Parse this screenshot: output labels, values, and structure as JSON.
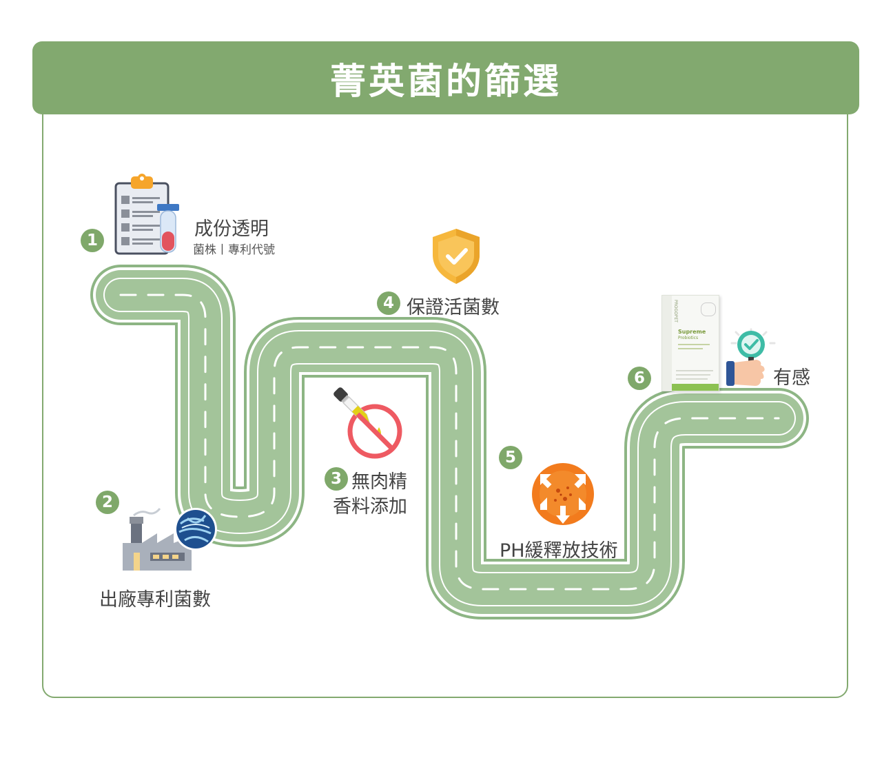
{
  "title": "菁英菌的篩選",
  "steps": [
    {
      "num": "1",
      "label": "成份透明",
      "sub": "菌株丨專利代號"
    },
    {
      "num": "2",
      "label": "出廠專利菌數"
    },
    {
      "num": "3",
      "label_line1": "無肉精",
      "label_line2": "香料添加"
    },
    {
      "num": "4",
      "label": "保證活菌數"
    },
    {
      "num": "5",
      "label": "PH緩釋放技術"
    },
    {
      "num": "6",
      "label": "有感"
    }
  ],
  "product_box": {
    "brand": "PROGOPET",
    "name_line1": "Supreme",
    "name_line2": "Probiotics"
  },
  "colors": {
    "brand_green": "#82a96f",
    "road": "#a3c49a",
    "road_edge": "#8db584",
    "shield": "#f6b73c",
    "orange": "#f27b1d",
    "ban": "#ee5a62"
  }
}
